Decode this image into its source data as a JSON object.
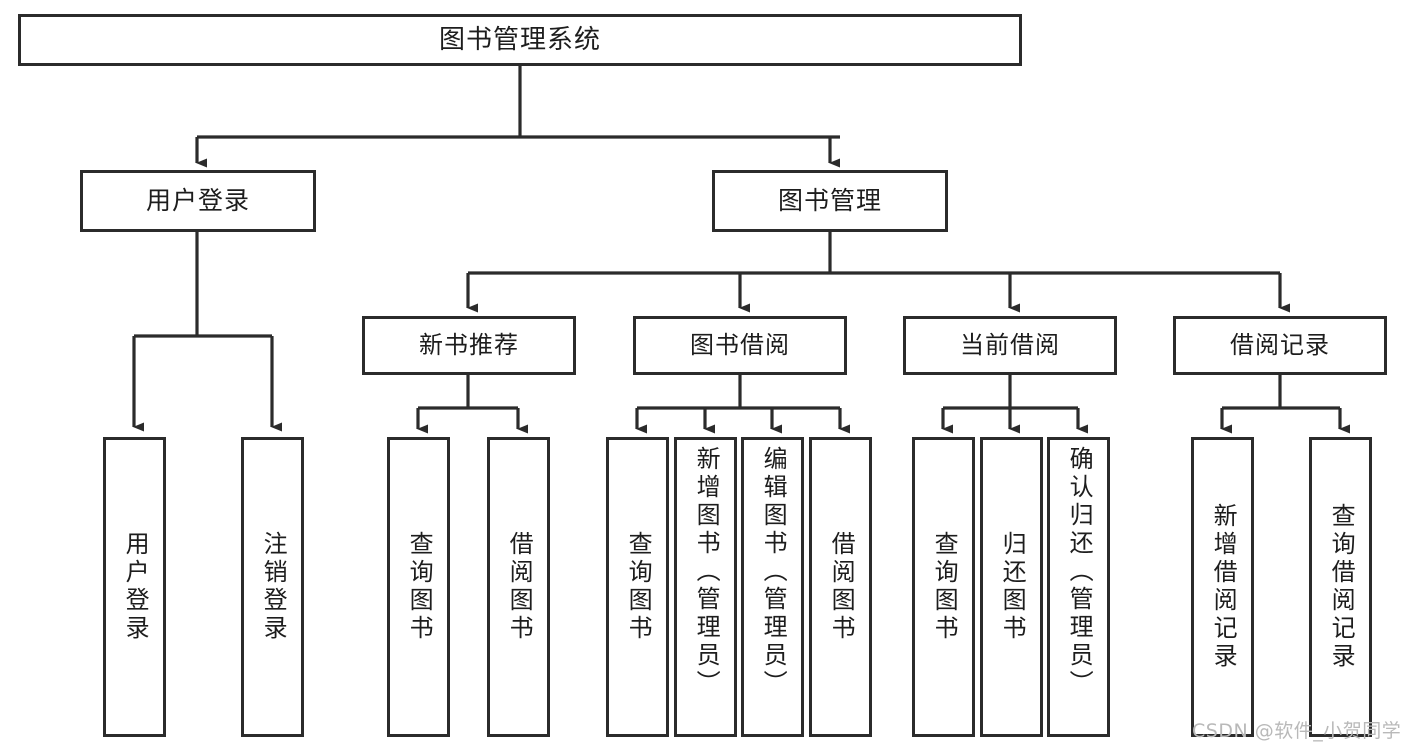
{
  "diagram": {
    "title": "图书管理系统",
    "type": "function-structure-tree",
    "watermark": "CSDN @软件_小贺同学",
    "colors": {
      "stroke": "#2b2b2b",
      "text": "#1d1d1d",
      "background": "#ffffff",
      "watermark": "#b9b9b9"
    },
    "nodes": {
      "root": {
        "label": "图书管理系统",
        "level": 0
      },
      "login": {
        "label": "用户登录",
        "level": 1
      },
      "book_manage": {
        "label": "图书管理",
        "level": 1
      },
      "new_book_rec": {
        "label": "新书推荐",
        "level": 2
      },
      "book_borrow": {
        "label": "图书借阅",
        "level": 2
      },
      "current_borrow": {
        "label": "当前借阅",
        "level": 2
      },
      "borrow_record": {
        "label": "借阅记录",
        "level": 2
      },
      "leaf_user_login": {
        "label": "用户登录",
        "level": 3
      },
      "leaf_user_logout": {
        "label": "注销登录",
        "level": 3
      },
      "leaf_query_book_1": {
        "label": "查询图书",
        "level": 3
      },
      "leaf_borrow_book_1": {
        "label": "借阅图书",
        "level": 3
      },
      "leaf_query_book_2": {
        "label": "查询图书",
        "level": 3
      },
      "leaf_add_book": {
        "label": "新增图书（管理员）",
        "level": 3
      },
      "leaf_edit_book": {
        "label": "编辑图书（管理员）",
        "level": 3
      },
      "leaf_borrow_book_2": {
        "label": "借阅图书",
        "level": 3
      },
      "leaf_query_book_3": {
        "label": "查询图书",
        "level": 3
      },
      "leaf_return_book": {
        "label": "归还图书",
        "level": 3
      },
      "leaf_confirm_return": {
        "label": "确认归还（管理员）",
        "level": 3
      },
      "leaf_add_record": {
        "label": "新增借阅记录",
        "level": 3
      },
      "leaf_query_record": {
        "label": "查询借阅记录",
        "level": 3
      }
    },
    "edges": [
      {
        "from": "root",
        "to": "login"
      },
      {
        "from": "root",
        "to": "book_manage"
      },
      {
        "from": "login",
        "to": "leaf_user_login"
      },
      {
        "from": "login",
        "to": "leaf_user_logout"
      },
      {
        "from": "book_manage",
        "to": "new_book_rec"
      },
      {
        "from": "book_manage",
        "to": "book_borrow"
      },
      {
        "from": "book_manage",
        "to": "current_borrow"
      },
      {
        "from": "book_manage",
        "to": "borrow_record"
      },
      {
        "from": "new_book_rec",
        "to": "leaf_query_book_1"
      },
      {
        "from": "new_book_rec",
        "to": "leaf_borrow_book_1"
      },
      {
        "from": "book_borrow",
        "to": "leaf_query_book_2"
      },
      {
        "from": "book_borrow",
        "to": "leaf_add_book"
      },
      {
        "from": "book_borrow",
        "to": "leaf_edit_book"
      },
      {
        "from": "book_borrow",
        "to": "leaf_borrow_book_2"
      },
      {
        "from": "current_borrow",
        "to": "leaf_query_book_3"
      },
      {
        "from": "current_borrow",
        "to": "leaf_return_book"
      },
      {
        "from": "current_borrow",
        "to": "leaf_confirm_return"
      },
      {
        "from": "borrow_record",
        "to": "leaf_add_record"
      },
      {
        "from": "borrow_record",
        "to": "leaf_query_record"
      }
    ]
  }
}
